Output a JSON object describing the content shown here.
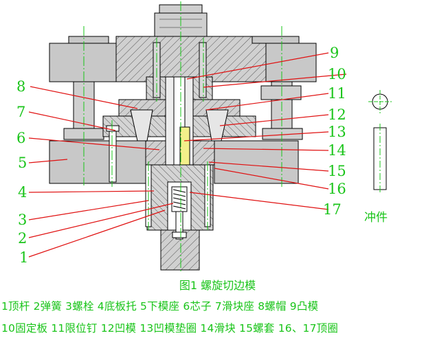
{
  "figure": {
    "caption": "图1 螺旋切边模",
    "legend_line_1": "1顶杆 2弹簧 3螺栓 4底板托 5下模座 6芯子 7滑块座 8螺帽 9凸模",
    "legend_line_2": "10固定板 11限位钉 12凹模 13凹模垫圈 14滑块 15螺套 16、17顶圈"
  },
  "callouts_left": [
    "8",
    "7",
    "6",
    "5",
    "4",
    "3",
    "2",
    "1"
  ],
  "callouts_right": [
    "9",
    "10",
    "11",
    "12",
    "13",
    "14",
    "15",
    "16",
    "17"
  ],
  "product": {
    "label": "冲件"
  },
  "colors": {
    "label_green": "#19c419",
    "leader_red": "#e01010",
    "centerline_green": "#19c419",
    "outline": "#000000",
    "hatch": "#666666",
    "body_gray": "#c8c8c8"
  }
}
